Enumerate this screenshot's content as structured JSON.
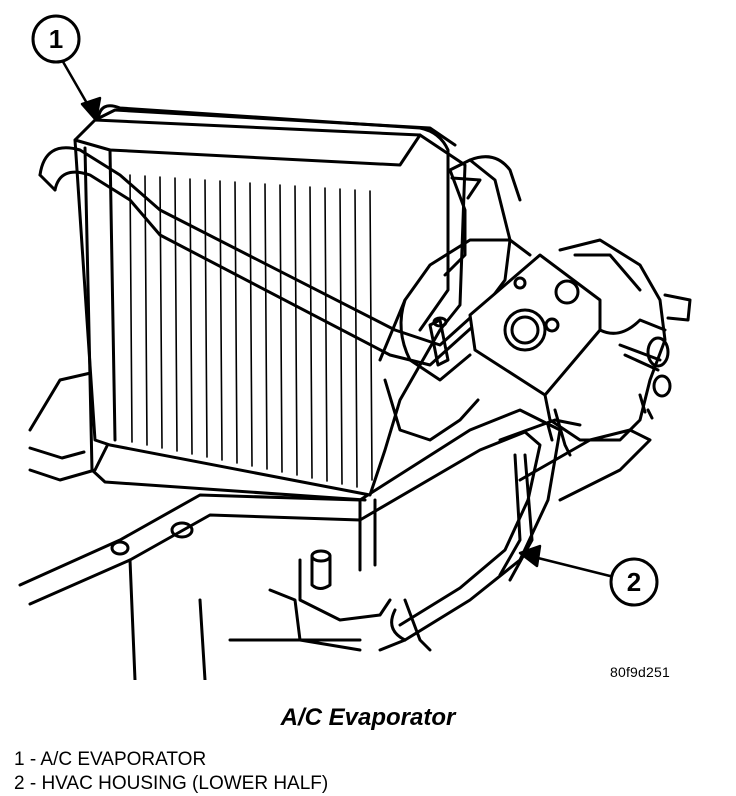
{
  "callouts": [
    {
      "number": "1"
    },
    {
      "number": "2"
    }
  ],
  "figure_code": "80f9d251",
  "caption": "A/C Evaporator",
  "legend": [
    {
      "text": "1 - A/C EVAPORATOR"
    },
    {
      "text": "2 - HVAC HOUSING (LOWER HALF)"
    }
  ]
}
